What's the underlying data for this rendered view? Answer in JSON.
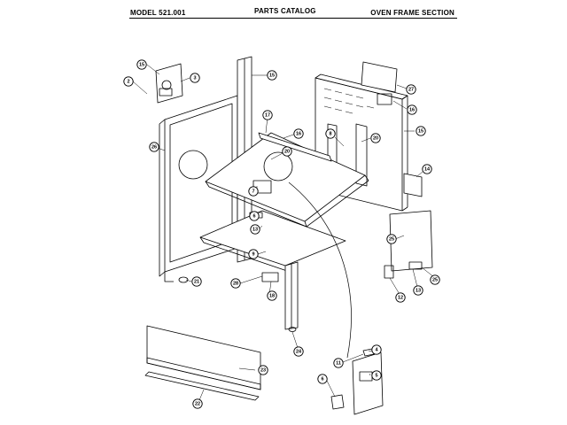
{
  "header": {
    "model": "MODEL 521.001",
    "title": "PARTS CATALOG",
    "section": "OVEN FRAME SECTION"
  },
  "callouts": [
    {
      "id": "c1",
      "label": "15"
    },
    {
      "id": "c2",
      "label": "2"
    },
    {
      "id": "c3",
      "label": "3"
    },
    {
      "id": "c4",
      "label": "15"
    },
    {
      "id": "c5",
      "label": "17"
    },
    {
      "id": "c6",
      "label": "16"
    },
    {
      "id": "c7",
      "label": "26"
    },
    {
      "id": "c8",
      "label": "20"
    },
    {
      "id": "c9",
      "label": "27"
    },
    {
      "id": "c10",
      "label": "16"
    },
    {
      "id": "c11",
      "label": "15"
    },
    {
      "id": "c12",
      "label": "8"
    },
    {
      "id": "c13",
      "label": "20"
    },
    {
      "id": "c14",
      "label": "14"
    },
    {
      "id": "c15",
      "label": "7"
    },
    {
      "id": "c16",
      "label": "6"
    },
    {
      "id": "c17",
      "label": "13"
    },
    {
      "id": "c18",
      "label": "9"
    },
    {
      "id": "c19",
      "label": "25"
    },
    {
      "id": "c20",
      "label": "21"
    },
    {
      "id": "c21",
      "label": "28"
    },
    {
      "id": "c22",
      "label": "18"
    },
    {
      "id": "c23",
      "label": "12"
    },
    {
      "id": "c24",
      "label": "13"
    },
    {
      "id": "c25",
      "label": "25"
    },
    {
      "id": "c26",
      "label": "24"
    },
    {
      "id": "c27",
      "label": "4"
    },
    {
      "id": "c28",
      "label": "11"
    },
    {
      "id": "c29",
      "label": "5"
    },
    {
      "id": "c30",
      "label": "6"
    },
    {
      "id": "c31",
      "label": "23"
    },
    {
      "id": "c32",
      "label": "22"
    }
  ]
}
